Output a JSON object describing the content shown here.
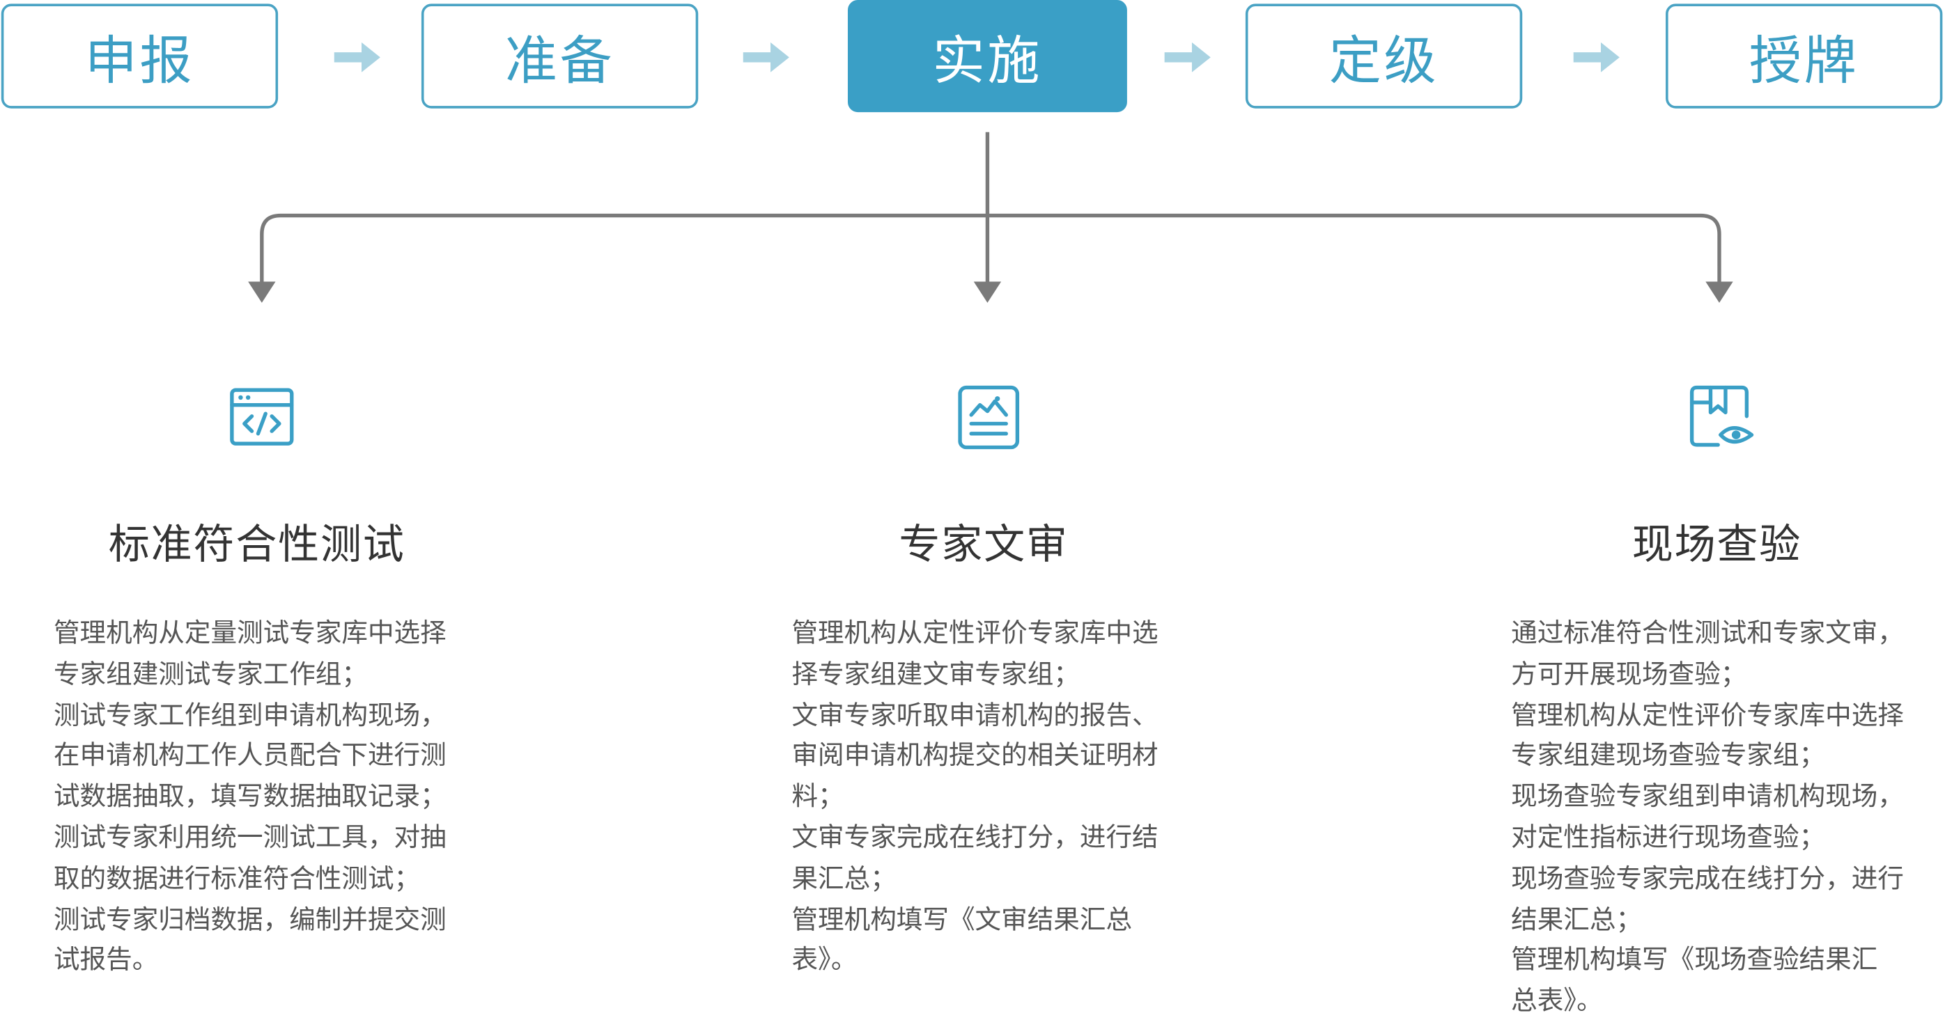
{
  "steps": [
    {
      "label": "申报",
      "active": false
    },
    {
      "label": "准备",
      "active": false
    },
    {
      "label": "实施",
      "active": true
    },
    {
      "label": "定级",
      "active": false
    },
    {
      "label": "授牌",
      "active": false
    }
  ],
  "colors": {
    "accent": "#3a9fc6",
    "outline": "#4aa3c4",
    "step_arrow": "#a9d3e2",
    "connector": "#7a7a7a",
    "title_text": "#333333",
    "body_text": "#555555"
  },
  "columns": [
    {
      "icon": "code-window-icon",
      "title": "标准符合性测试",
      "lines": [
        "管理机构从定量测试专家库中选择",
        "专家组建测试专家工作组；",
        "测试专家工作组到申请机构现场，",
        "在申请机构工作人员配合下进行测",
        "试数据抽取，填写数据抽取记录；",
        "测试专家利用统一测试工具，对抽",
        "取的数据进行标准符合性测试；",
        "测试专家归档数据，编制并提交测",
        "试报告。"
      ]
    },
    {
      "icon": "document-image-icon",
      "title": "专家文审",
      "lines": [
        "管理机构从定性评价专家库中选",
        "择专家组建文审专家组；",
        "文审专家听取申请机构的报告、",
        "审阅申请机构提交的相关证明材",
        "料；",
        "文审专家完成在线打分，进行结",
        "果汇总；",
        "管理机构填写《文审结果汇总",
        "表》。"
      ]
    },
    {
      "icon": "book-eye-icon",
      "title": "现场查验",
      "lines": [
        "通过标准符合性测试和专家文审，",
        "方可开展现场查验；",
        "管理机构从定性评价专家库中选择",
        "专家组建现场查验专家组；",
        "现场查验专家组到申请机构现场，",
        "对定性指标进行现场查验；",
        "现场查验专家完成在线打分，进行",
        "结果汇总；",
        "管理机构填写《现场查验结果汇",
        "总表》。"
      ]
    }
  ]
}
